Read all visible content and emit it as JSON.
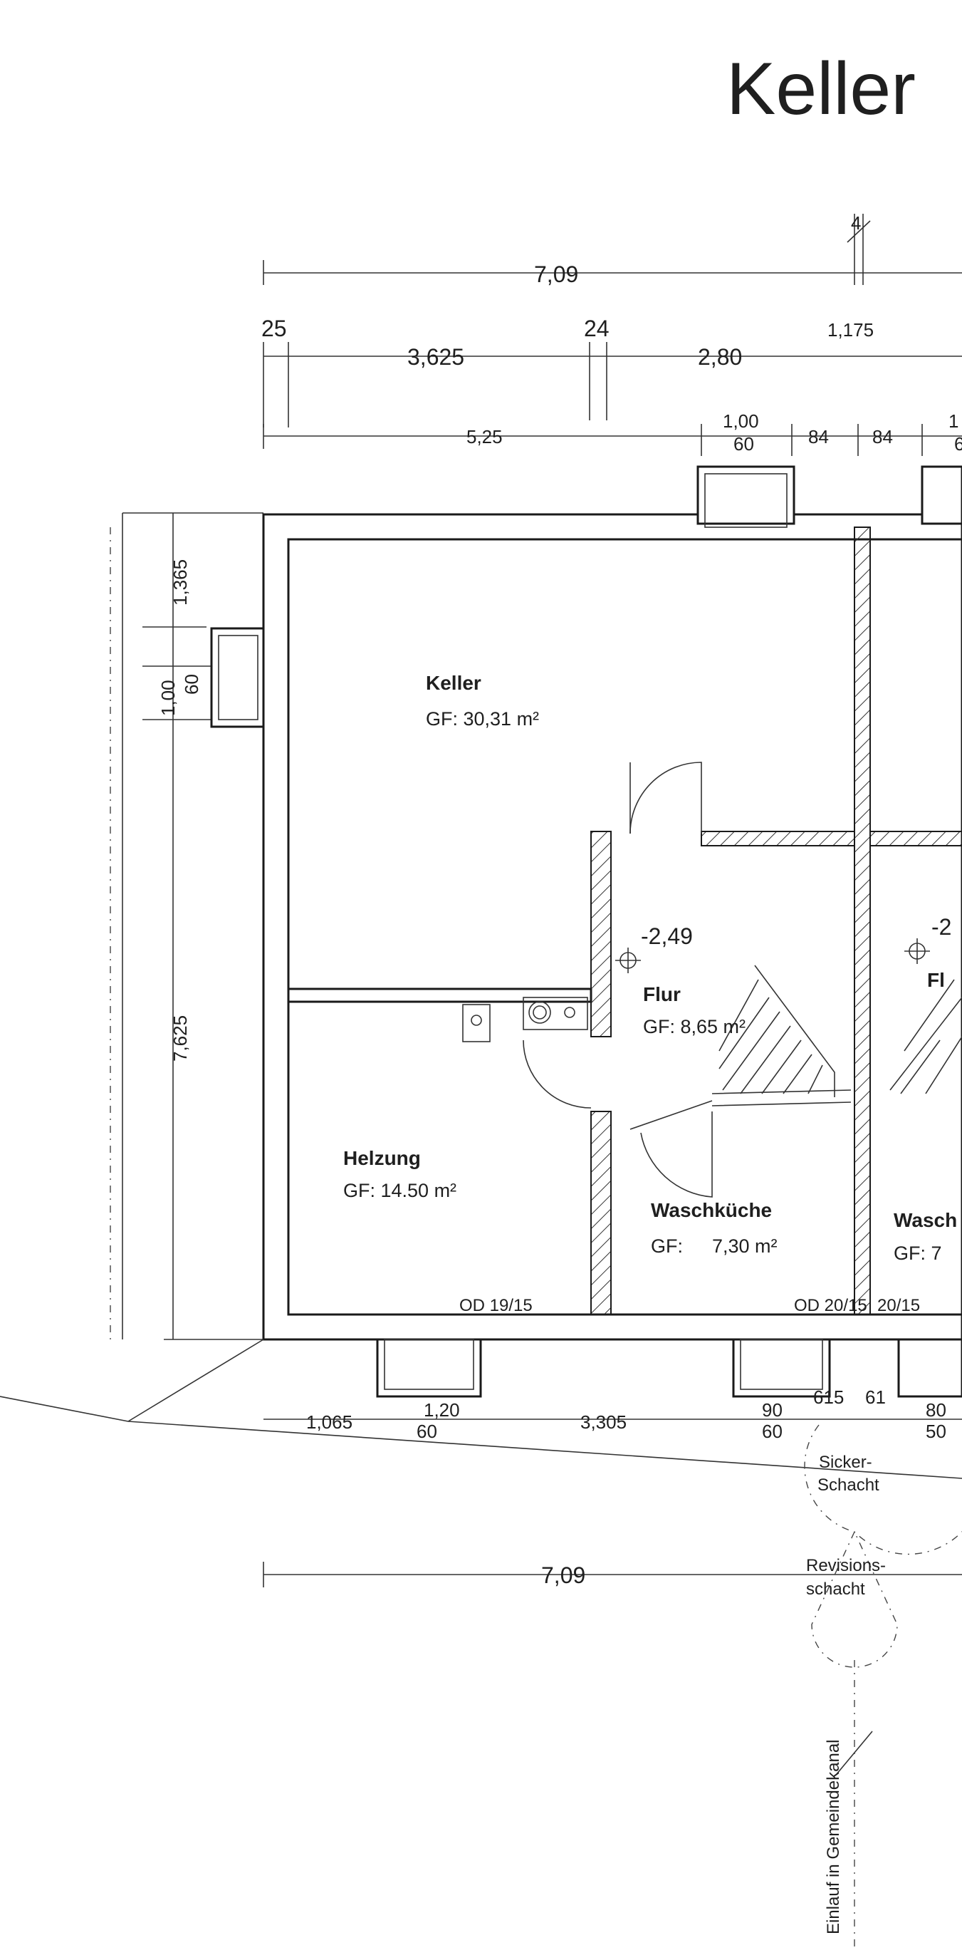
{
  "title": "Keller",
  "dimensions": {
    "top_total": "7,09",
    "top_small": "4",
    "top_wall_left": "25",
    "top_seg1": "3,625",
    "top_wall_mid": "24",
    "top_seg2": "2,80",
    "top_seg3": "1,175",
    "top_row3_left": "5,25",
    "window_top_w": "1,00",
    "window_top_h": "60",
    "top_84a": "84",
    "top_84b": "84",
    "top_right_1": "1",
    "top_right_6": "6",
    "left_1365": "1,365",
    "left_window_w": "1,00",
    "left_window_h": "60",
    "left_7625": "7,625",
    "bottom_1065": "1,065",
    "bottom_120": "1,20",
    "bottom_60": "60",
    "bottom_3305": "3,305",
    "bottom_90": "90",
    "bottom_60b": "60",
    "bottom_615": "615",
    "bottom_61": "61",
    "bottom_80": "80",
    "bottom_50": "50",
    "bottom_total": "7,09"
  },
  "rooms": {
    "keller": {
      "name": "Keller",
      "area": "GF: 30,31 m²"
    },
    "helzung": {
      "name": "Helzung",
      "area": "GF: 14.50 m²"
    },
    "flur": {
      "name": "Flur",
      "area": "GF: 8,65 m²",
      "level": "-2,49"
    },
    "waschkueche": {
      "name": "Waschküche",
      "area_label": "GF:",
      "area_value": "7,30 m²"
    },
    "flur_right": {
      "name": "Fl",
      "level": "-2"
    },
    "wasch_right": {
      "name": "Wasch",
      "area": "GF:   7"
    }
  },
  "annotations": {
    "od1": "OD 19/15",
    "od2": "OD 20/15",
    "od3": "20/15",
    "sicker1": "Sicker-",
    "sicker2": "Schacht",
    "revision1": "Revisions-",
    "revision2": "schacht",
    "einlauf": "Einlauf in Gemeindekanal"
  }
}
